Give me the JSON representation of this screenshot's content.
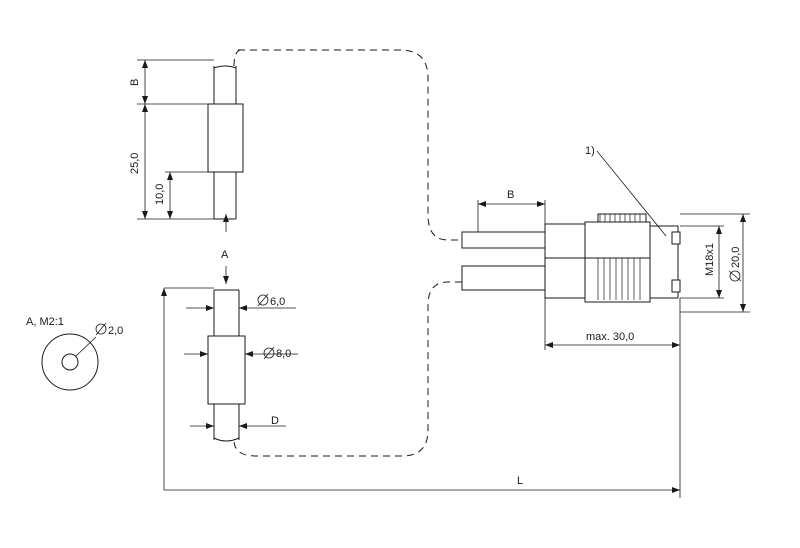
{
  "labels": {
    "dim_b_top": "B",
    "dim_25": "25,0",
    "dim_10": "10,0",
    "view_a": "A",
    "detail_a": "A, M2:1",
    "dia_2": "2,0",
    "dia_6": "6,0",
    "dia_8": "8,0",
    "dim_d": "D",
    "dim_b_right": "B",
    "note_1": "1)",
    "thread": "M18x1",
    "dia_20": "20,0",
    "max_30": "max. 30,0",
    "length_l": "L"
  }
}
